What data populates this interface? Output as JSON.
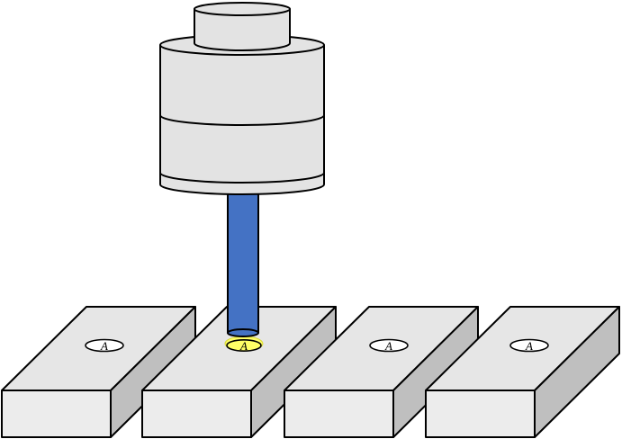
{
  "colors": {
    "block_top": "#e6e6e6",
    "block_front": "#ececec",
    "block_side": "#bfbfbf",
    "head_body": "#e3e3e3",
    "probe": "#4472c4",
    "laser_spot": "#ffff66",
    "outline": "#000000"
  },
  "blocks": [
    {
      "mark_label": "A",
      "icon": "alignment-mark-icon",
      "active": false
    },
    {
      "mark_label": "A",
      "icon": "alignment-mark-icon",
      "active": true
    },
    {
      "mark_label": "A",
      "icon": "alignment-mark-icon",
      "active": false
    },
    {
      "mark_label": "A",
      "icon": "alignment-mark-icon",
      "active": false
    }
  ],
  "head": {
    "icon": "cylindrical-head-icon"
  },
  "probe": {
    "icon": "probe-rod-icon"
  }
}
